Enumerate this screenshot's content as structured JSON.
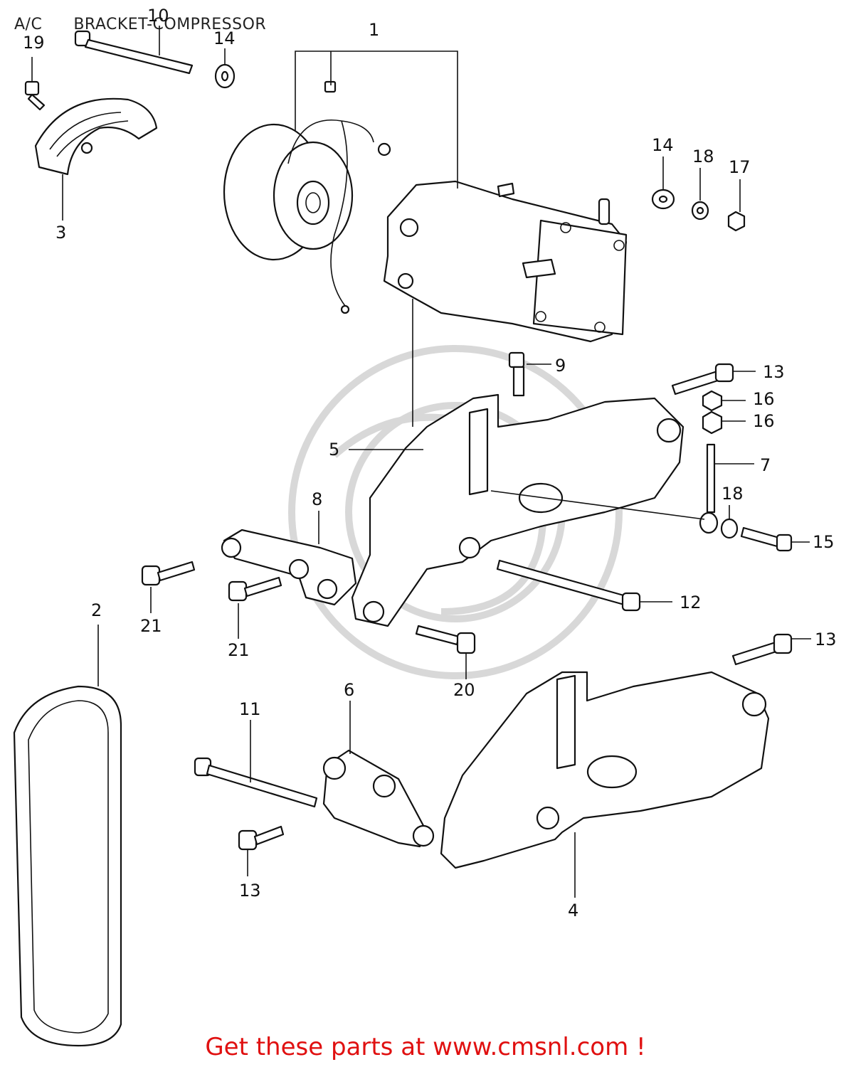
{
  "header": {
    "category": "A/C",
    "section": "BRACKET-COMPRESSOR"
  },
  "footer": {
    "text": "Get these parts at www.cmsnl.com !"
  },
  "callouts": {
    "c1": "1",
    "c2": "2",
    "c3": "3",
    "c4": "4",
    "c5": "5",
    "c6": "6",
    "c7": "7",
    "c8": "8",
    "c9": "9",
    "c10": "10",
    "c11": "11",
    "c12": "12",
    "c13a": "13",
    "c13b": "13",
    "c13c": "13",
    "c14a": "14",
    "c14b": "14",
    "c15": "15",
    "c16a": "16",
    "c16b": "16",
    "c17": "17",
    "c18a": "18",
    "c18b": "18",
    "c19": "19",
    "c20": "20",
    "c21a": "21",
    "c21b": "21"
  }
}
